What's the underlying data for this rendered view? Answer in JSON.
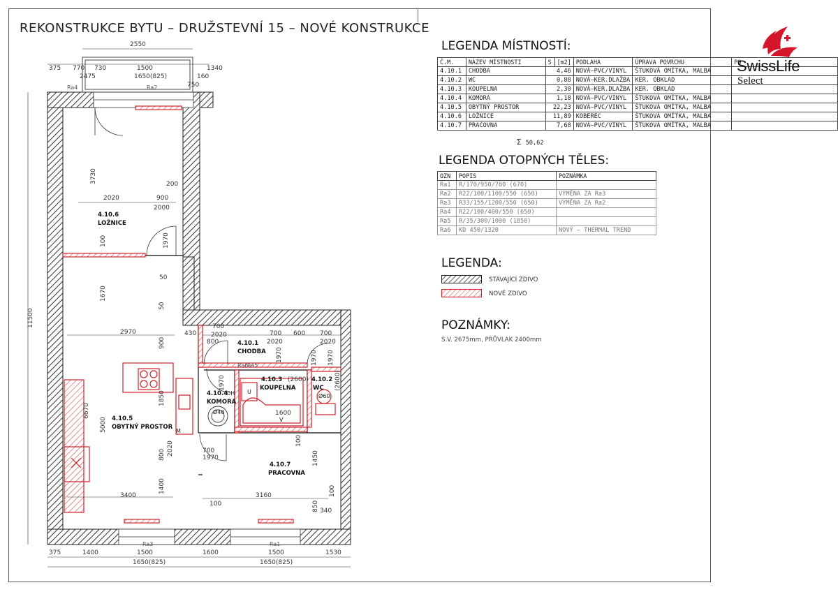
{
  "drawing_title": "REKONSTRUKCE BYTU – DRUŽSTEVNÍ 15 – NOVÉ KONSTRUKCE",
  "rooms_legend": {
    "title": "LEGENDA MÍSTNOSTÍ:",
    "headers": [
      "Č.M.",
      "NÁZEV MÍSTNOSTI",
      "S",
      "[m2]",
      "PODLAHA",
      "ÚPRAVA POVRCHU",
      "PO"
    ],
    "rows": [
      {
        "id": "4.10.1",
        "name": "CHODBA",
        "area": "4,46",
        "floor": "NOVÁ–PVC/VINYL",
        "surface": "ŠTUKOVÁ OMÍTKA, MALBA"
      },
      {
        "id": "4.10.2",
        "name": "WC",
        "area": "0,88",
        "floor": "NOVÁ–KER.DLAŽBA",
        "surface": "KER. OBKLAD"
      },
      {
        "id": "4.10.3",
        "name": "KOUPELNA",
        "area": "2,30",
        "floor": "NOVÁ–KER.DLAŽBA",
        "surface": "KER. OBKLAD"
      },
      {
        "id": "4.10.4",
        "name": "KOMORA",
        "area": "1,18",
        "floor": "NOVÁ–PVC/VINYL",
        "surface": "ŠTUKOVÁ OMÍTKA, MALBA"
      },
      {
        "id": "4.10.5",
        "name": "OBYTNÝ PROSTOR",
        "area": "22,23",
        "floor": "NOVÁ–PVC/VINYL",
        "surface": "ŠTUKOVÁ OMÍTKA, MALBA"
      },
      {
        "id": "4.10.6",
        "name": "LOŽNICE",
        "area": "11,89",
        "floor": "KOBEREC",
        "surface": "ŠTUKOVÁ OMÍTKA, MALBA"
      },
      {
        "id": "4.10.7",
        "name": "PRACOVNA",
        "area": "7,68",
        "floor": "NOVÁ–PVC/VINYL",
        "surface": "ŠTUKOVÁ OMÍTKA, MALBA"
      }
    ],
    "sum_symbol": "Σ",
    "sum_value": "50,62"
  },
  "radiators_legend": {
    "title": "LEGENDA OTOPNÝCH TĚLES:",
    "headers": [
      "OZN",
      "POPIS",
      "POZNÁMKA"
    ],
    "rows": [
      {
        "code": "Ra1",
        "desc": "R/170/950/780 (670)",
        "note": ""
      },
      {
        "code": "Ra2",
        "desc": "R22/100/1100/550 (650)",
        "note": "VÝMĚNA ZA Ra3"
      },
      {
        "code": "Ra3",
        "desc": "R33/155/1200/550 (650)",
        "note": "VÝMĚNA ZA Ra2"
      },
      {
        "code": "Ra4",
        "desc": "R22/100/400/550 (650)",
        "note": ""
      },
      {
        "code": "Ra5",
        "desc": "R/35/300/1000 (1850)",
        "note": ""
      },
      {
        "code": "Ra6",
        "desc": "KD 450/1320",
        "note": "NOVÝ – THERMAL TREND"
      }
    ]
  },
  "legend": {
    "title": "LEGENDA:",
    "existing_label": "STÁVAJÍCÍ ZDIVO",
    "new_label": "NOVÉ ZDIVO"
  },
  "notes": {
    "title": "POZNÁMKY:",
    "text": "S.V. 2675mm, PRŮVLAK 2400mm"
  },
  "logo": {
    "name": "SwissLife",
    "sub": "Select",
    "brand_color": "#d4152b"
  },
  "colors": {
    "new_wall": "#d0202a",
    "existing_wall": "#444444"
  },
  "plan": {
    "room_labels": [
      {
        "code": "4.10.6",
        "name": "LOŽNICE"
      },
      {
        "code": "4.10.5",
        "name": "OBYTNÝ PROSTOR"
      },
      {
        "code": "4.10.1",
        "name": "CHODBA"
      },
      {
        "code": "4.10.3",
        "name": "KOUPELNA"
      },
      {
        "code": "4.10.2",
        "name": "WC"
      },
      {
        "code": "4.10.4",
        "name": "KOMORA"
      },
      {
        "code": "4.10.7",
        "name": "PRACOVNA"
      }
    ],
    "dims_top": [
      "2550",
      "375",
      "770",
      "730",
      "1500",
      "1340",
      "2475",
      "1650(825)",
      "160",
      "750"
    ],
    "dims_bottom": [
      "375",
      "1400",
      "1500",
      "1600",
      "1500",
      "1530",
      "1650(825)",
      "1650(825)"
    ],
    "dims_left": [
      "11500"
    ],
    "dims_inner": [
      "3730",
      "2020",
      "900",
      "2000",
      "200",
      "100",
      "1970",
      "50",
      "1670",
      "50",
      "2970",
      "430",
      "700",
      "700",
      "600",
      "700",
      "2020",
      "800",
      "2020",
      "2020",
      "900",
      "1970",
      "1970",
      "(2600)",
      "(2600)",
      "1850",
      "6670",
      "5000",
      "2020",
      "800",
      "700",
      "1970",
      "1600",
      "100",
      "1400",
      "3400",
      "3160",
      "100",
      "1450",
      "850",
      "340",
      "100",
      "1970",
      "1970"
    ],
    "radiator_tags": [
      "Ra4",
      "Ra2",
      "Ra3",
      "Ra1",
      "Ra6",
      "Ra5"
    ],
    "fixture_labels": [
      "U",
      "OH",
      "Ø40",
      "Ø60",
      "V",
      "M"
    ]
  }
}
